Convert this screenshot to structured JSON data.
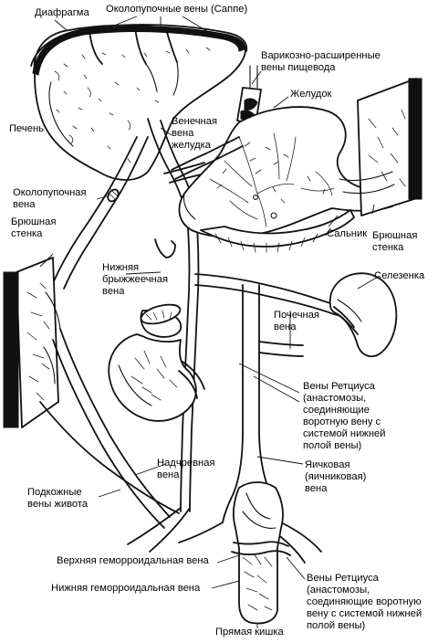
{
  "labels": {
    "diaphragm": "Диафрагма",
    "paraumbilical_sappey": "Околопупочные вены (Саппе)",
    "varicose_esophageal_1": "Варикозно-расширенные",
    "varicose_esophageal_2": "вены пищевода",
    "stomach": "Желудок",
    "liver": "Печень",
    "gastric_coronary_1": "Венечная",
    "gastric_coronary_2": "вена",
    "gastric_coronary_3": "желудка",
    "paraumbilical_1": "Околопупочная",
    "paraumbilical_2": "вена",
    "omentum": "Сальник",
    "abdominal_wall_left_1": "Брюшная",
    "abdominal_wall_left_2": "стенка",
    "abdominal_wall_right_1": "Брюшная",
    "abdominal_wall_right_2": "стенка",
    "inferior_mesenteric_1": "Нижняя",
    "inferior_mesenteric_2": "брыжжеечная",
    "inferior_mesenteric_3": "вена",
    "spleen": "Селезенка",
    "renal_vein_1": "Почечная",
    "renal_vein_2": "вена",
    "retzius_top_1": "Вены Ретциуса",
    "retzius_top_2": "(анастомозы,",
    "retzius_top_3": "соединяющие",
    "retzius_top_4": "воротную вену с",
    "retzius_top_5": "системой нижней",
    "retzius_top_6": "полой вены)",
    "epigastric_1": "Надчревная",
    "epigastric_2": "вена",
    "testicular_1": "Яичковая",
    "testicular_2": "(яичниковая)",
    "testicular_3": "вена",
    "subcutaneous_1": "Подкожные",
    "subcutaneous_2": "вены живота",
    "superior_hemorrhoidal": "Верхняя геморроидальная вена",
    "inferior_hemorrhoidal": "Нижняя геморроидальная вена",
    "retzius_bottom_1": "Вены Ретциуса",
    "retzius_bottom_2": "(анастомозы,",
    "retzius_bottom_3": "соединяющие воротную",
    "retzius_bottom_4": "вену с системой нижней",
    "retzius_bottom_5": "полой вены)",
    "rectum": "Прямая кишка"
  }
}
